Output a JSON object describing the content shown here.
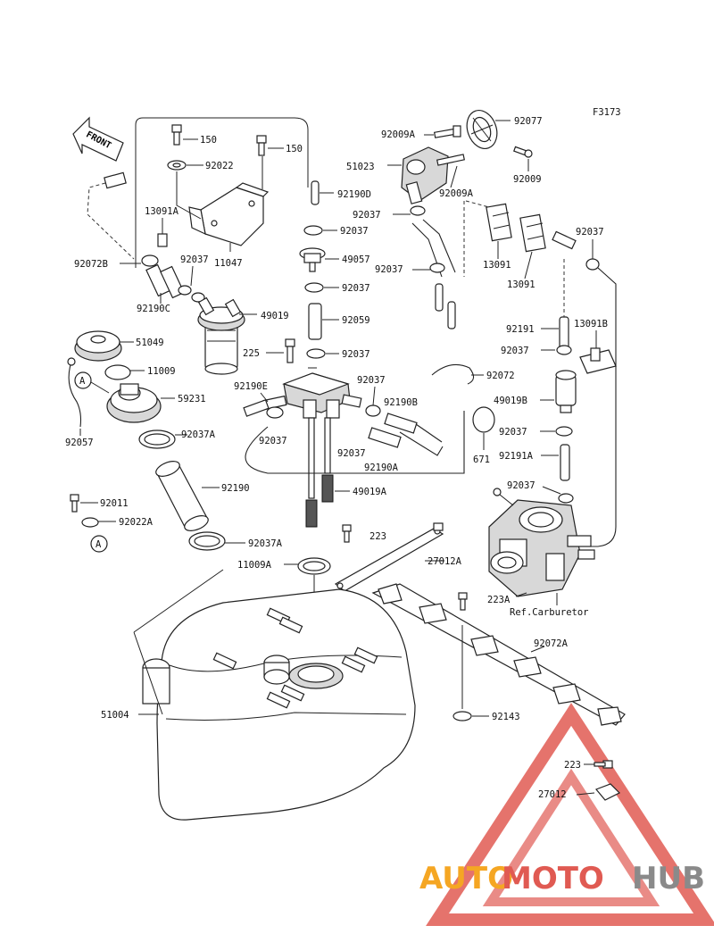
{
  "figure_code": "F3173",
  "front_label": "FRONT",
  "callouts": {
    "c150a": "150",
    "c150b": "150",
    "c92022": "92022",
    "c92190D": "92190D",
    "c13091A": "13091A",
    "c92037_bracket": "92037",
    "c11047": "11047",
    "c92072B": "92072B",
    "c92190C": "92190C",
    "c49019": "49019",
    "c49057": "49057",
    "c92037_a": "92037",
    "c92037_b": "92037",
    "c92059": "92059",
    "c92037_c": "92037",
    "c51049": "51049",
    "c225": "225",
    "c11009": "11009",
    "c59231": "59231",
    "c92190E": "92190E",
    "c92037_d": "92037",
    "c92190B": "92190B",
    "c92037_e": "92037",
    "c92057": "92057",
    "c92037A": "92037A",
    "c92037_f": "92037",
    "c92190A": "92190A",
    "c49019A": "49019A",
    "c92190": "92190",
    "c92011": "92011",
    "c92022A": "92022A",
    "c92037A_b": "92037A",
    "c223": "223",
    "c27012A": "27012A",
    "c11009A": "11009A",
    "c92009A_a": "92009A",
    "c92077": "92077",
    "c51023": "51023",
    "c92009": "92009",
    "c92009A_b": "92009A",
    "c92037_g": "92037",
    "c92037_h": "92037",
    "c13091_a": "13091",
    "c13091_b": "13091",
    "c92037_i": "92037",
    "c92191": "92191",
    "c13091B": "13091B",
    "c92037_j": "92037",
    "c92072": "92072",
    "c49019B": "49019B",
    "c92037_k": "92037",
    "c671": "671",
    "c92191A": "92191A",
    "c92037_l": "92037",
    "c223A": "223A",
    "c_refcarb": "Ref.Carburetor",
    "c92072A": "92072A",
    "c51004": "51004",
    "c92143": "92143",
    "c223_b": "223",
    "c27012": "27012",
    "circleA1": "A",
    "circleA2": "A"
  },
  "watermark": {
    "part1": "AUTO",
    "part2": "MOTO",
    "part3": "HUB",
    "color1": "#f5a623",
    "color2": "#e05a52",
    "color3": "#8a8a8a"
  }
}
